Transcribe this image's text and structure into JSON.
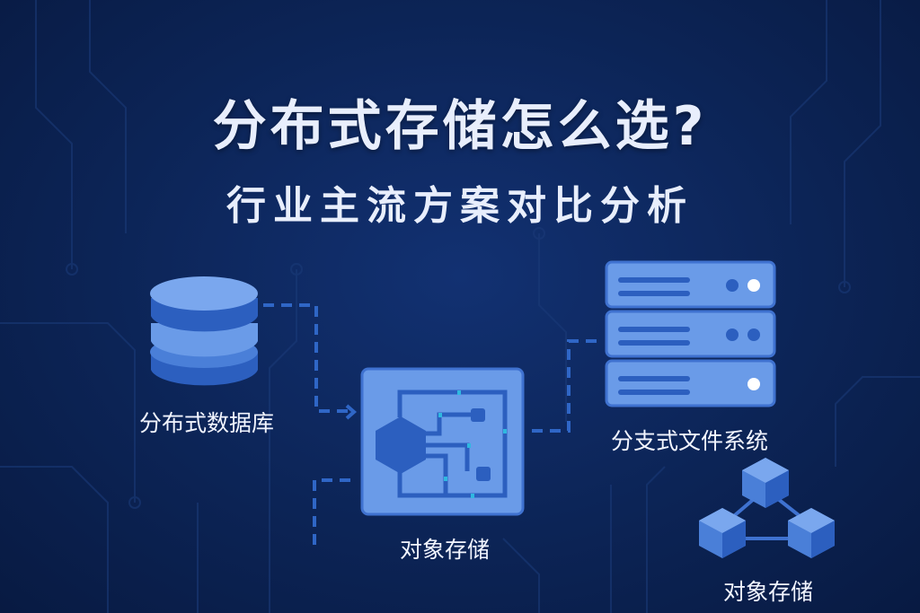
{
  "title": "分布式存储怎么选?",
  "subtitle": "行业主流方案对比分析",
  "nodes": {
    "database": {
      "label": "分布式数据库",
      "icon": "database-icon"
    },
    "object_storage": {
      "label": "对象存储",
      "icon": "chip-icon"
    },
    "file_system": {
      "label": "分支式文件系统",
      "icon": "server-stack-icon"
    },
    "object_storage_cluster": {
      "label": "对象存储",
      "icon": "cubes-network-icon"
    }
  },
  "colors": {
    "background": "#0c2456",
    "icon_light": "#6a9be8",
    "icon_dark": "#2c5fbf",
    "accent": "#2fb8e0"
  }
}
